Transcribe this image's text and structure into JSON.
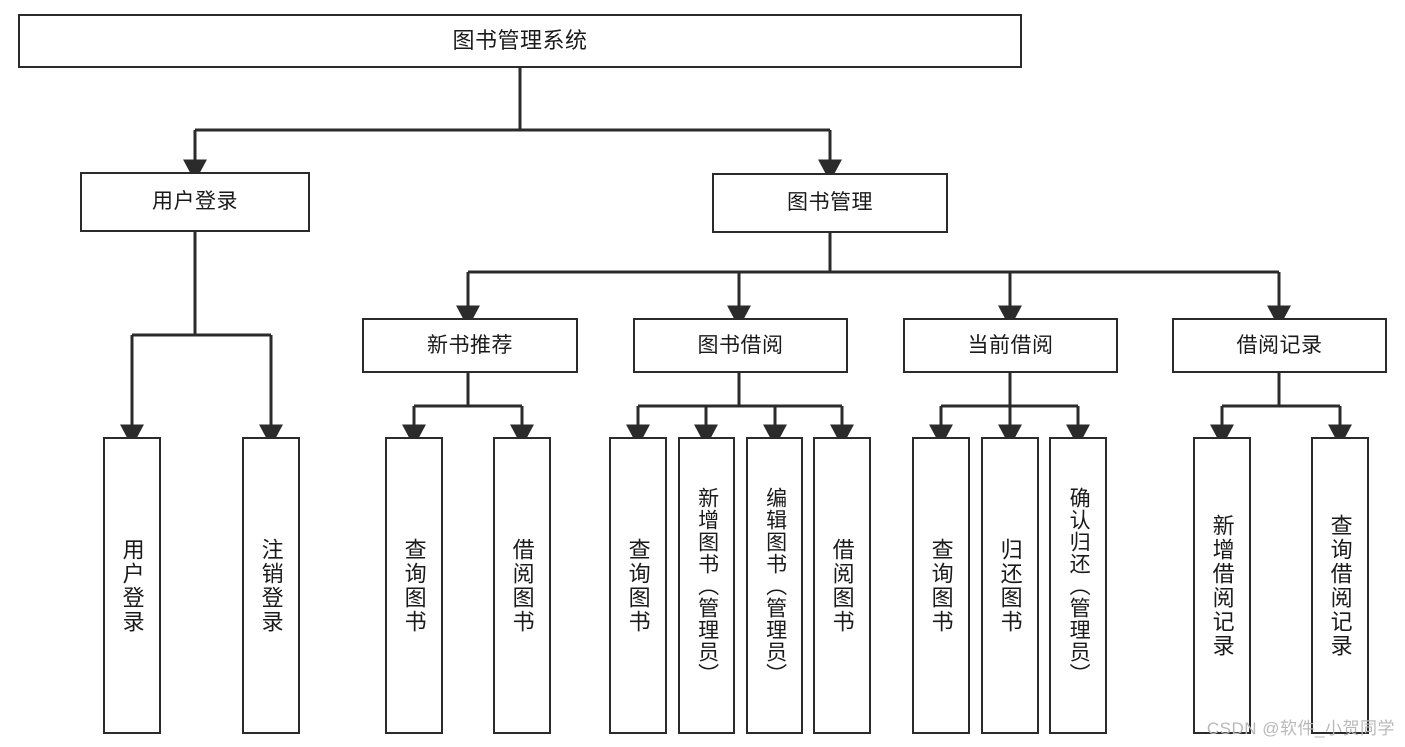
{
  "diagram": {
    "title": "图书管理系统",
    "watermark": "CSDN @软件_小贺同学",
    "stroke_color": "#2b2b2b",
    "background_color": "#ffffff",
    "text_color": "#1a1a1a",
    "root": {
      "label": "图书管理系统"
    },
    "level1": [
      {
        "label": "用户登录"
      },
      {
        "label": "图书管理"
      }
    ],
    "level2": [
      {
        "label": "新书推荐"
      },
      {
        "label": "图书借阅"
      },
      {
        "label": "当前借阅"
      },
      {
        "label": "借阅记录"
      }
    ],
    "leaves": {
      "user_login": [
        {
          "label": "用户登录"
        },
        {
          "label": "注销登录"
        }
      ],
      "new_book_recommend": [
        {
          "label": "查询图书"
        },
        {
          "label": "借阅图书"
        }
      ],
      "book_borrow": [
        {
          "label": "查询图书"
        },
        {
          "label": "新增图书（管理员）"
        },
        {
          "label": "编辑图书（管理员）"
        },
        {
          "label": "借阅图书"
        }
      ],
      "current_borrow": [
        {
          "label": "查询图书"
        },
        {
          "label": "归还图书"
        },
        {
          "label": "确认归还（管理员）"
        }
      ],
      "borrow_record": [
        {
          "label": "新增借阅记录"
        },
        {
          "label": "查询借阅记录"
        }
      ]
    }
  }
}
